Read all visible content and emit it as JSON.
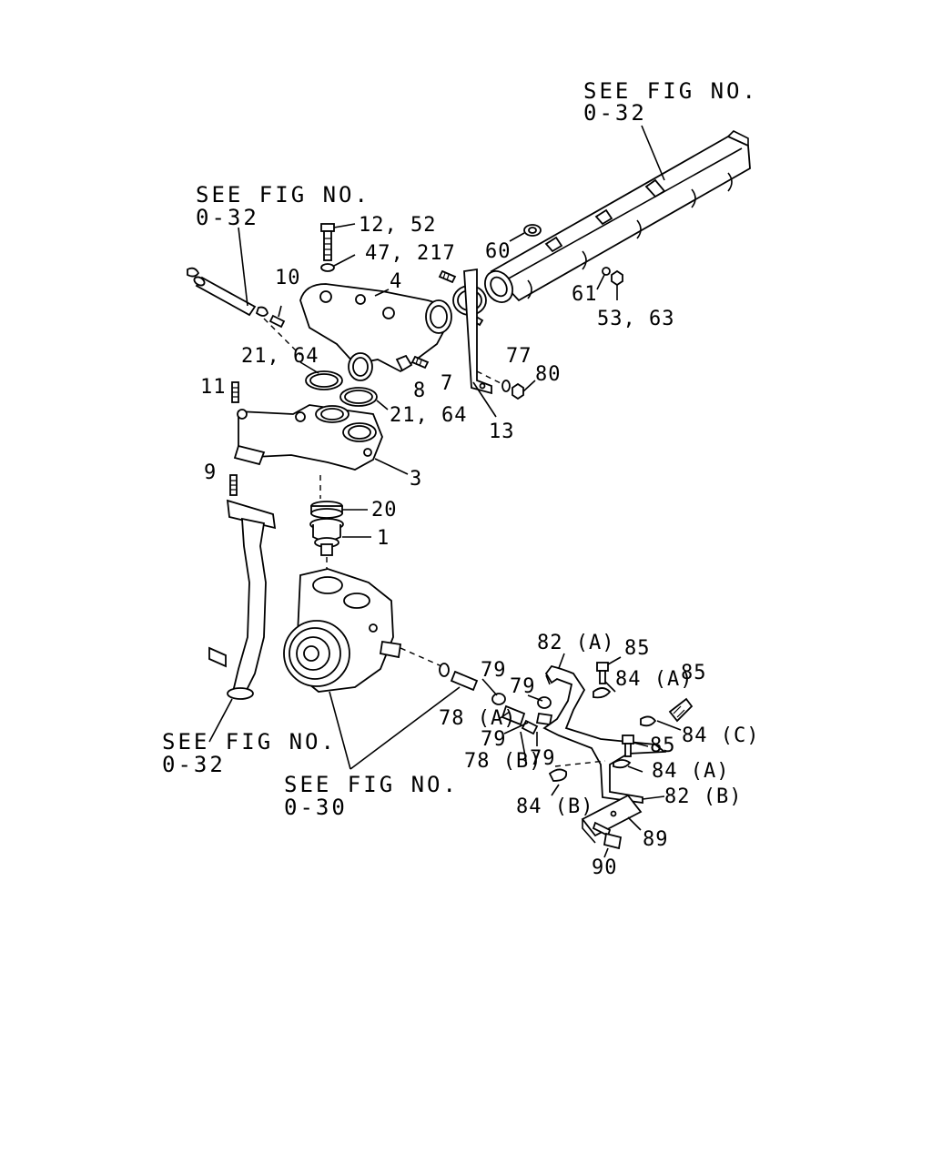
{
  "references": [
    {
      "id": "ref-top-right",
      "line1": "SEE FIG NO.",
      "line2": "0-32"
    },
    {
      "id": "ref-top-left",
      "line1": "SEE FIG NO.",
      "line2": "0-32"
    },
    {
      "id": "ref-bottom-left",
      "line1": "SEE FIG NO.",
      "line2": "0-32"
    },
    {
      "id": "ref-bottom-center",
      "line1": "SEE FIG NO.",
      "line2": "0-30"
    }
  ],
  "callouts": {
    "c12_52": "12, 52",
    "c47_217": "47, 217",
    "c10": "10",
    "c4": "4",
    "c60": "60",
    "c61": "61",
    "c53_63": "53, 63",
    "c21_64a": "21, 64",
    "c21_64b": "21, 64",
    "c11": "11",
    "c8": "8",
    "c7": "7",
    "c77": "77",
    "c80": "80",
    "c13": "13",
    "c3": "3",
    "c9": "9",
    "c20": "20",
    "c1": "1",
    "c82a": "82 (A)",
    "c85a": "85",
    "c85b": "85",
    "c79a": "79",
    "c79b": "79",
    "c84a_1": "84 (A)",
    "c78a": "78 (A)",
    "c79c": "79",
    "c84c": "84 (C)",
    "c85c": "85",
    "c78b": "78 (B)",
    "c79d": "79",
    "c84a_2": "84 (A)",
    "c84b": "84 (B)",
    "c82b": "82 (B)",
    "c89": "89",
    "c90": "90"
  }
}
